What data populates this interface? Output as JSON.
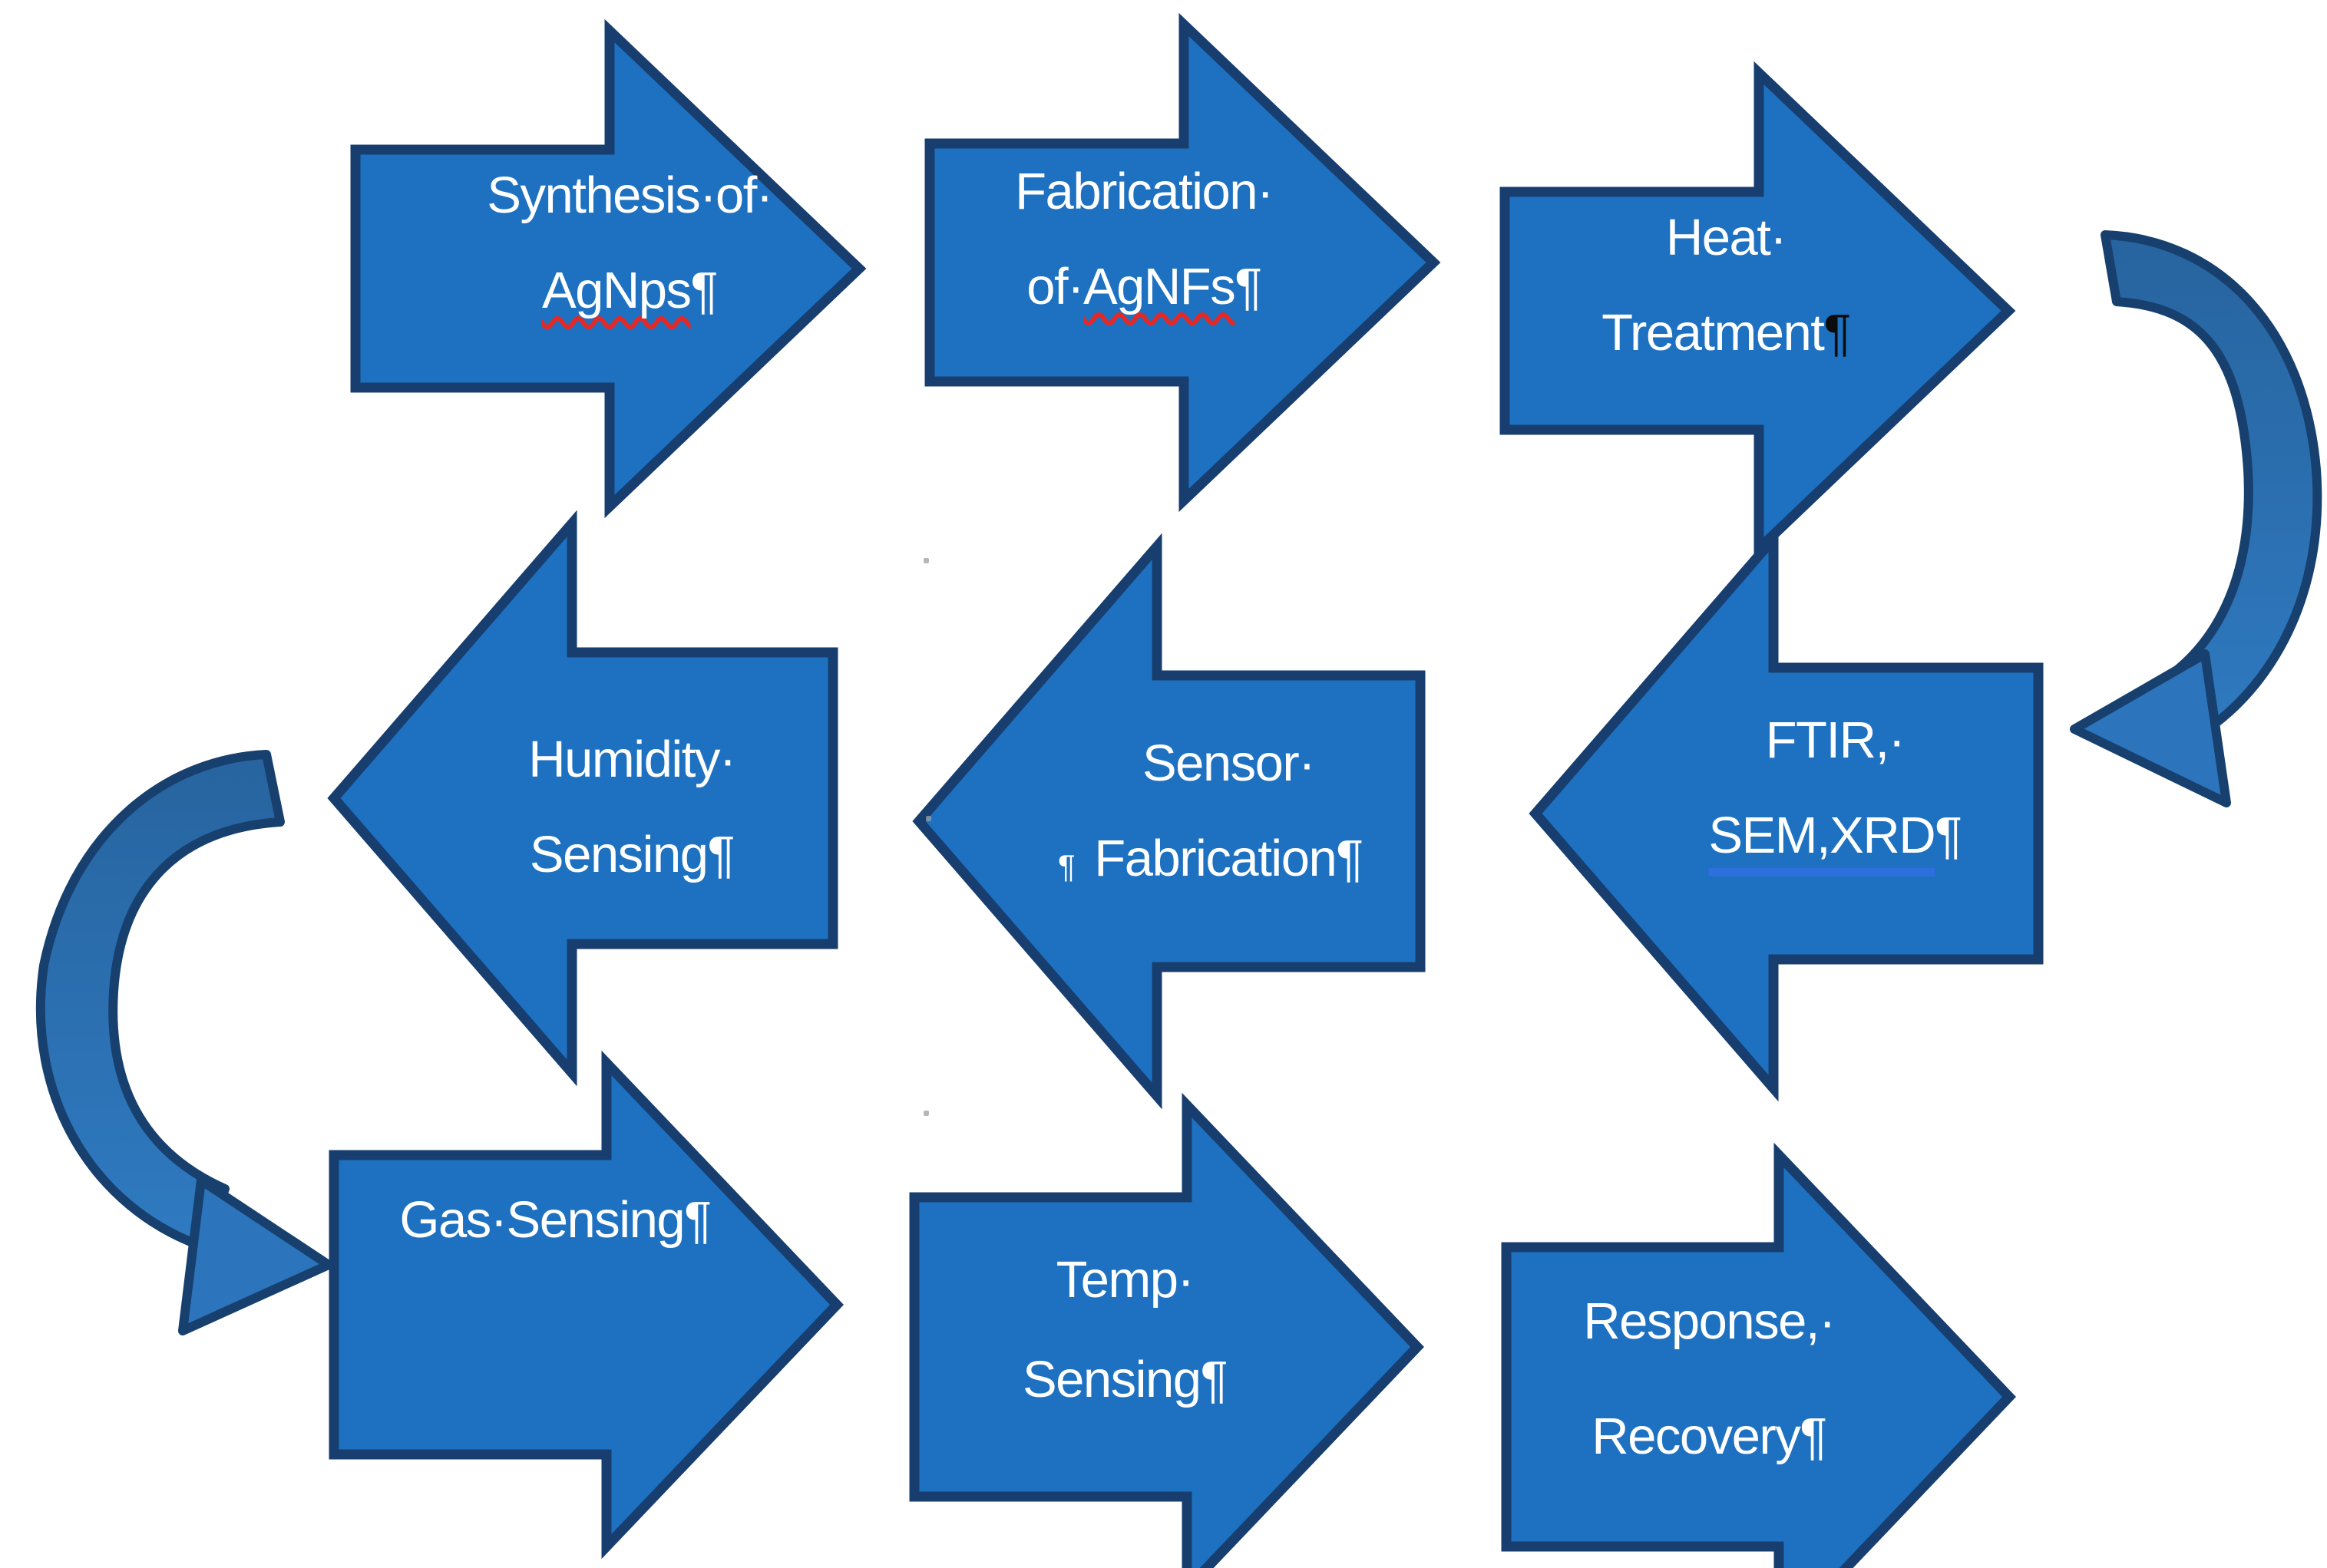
{
  "document": {
    "kind": "word-block-arrow-flow-diagram",
    "background": "#ffffff"
  },
  "colors": {
    "arrow_fill": "#1d71c0",
    "arrow_border": "#173e6e",
    "curved_arrow_fill_top": "#27649f",
    "curved_arrow_fill_bottom": "#2f7ac1",
    "label_text": "#ffffff",
    "spellcheck_squiggle": "#e02a2a",
    "format_underline": "#2c6fdd",
    "dark_pilcrow": "#0c0c0c"
  },
  "steps": {
    "synthesis": {
      "line1": "Synthesis·of·",
      "word": "AgNps",
      "mark": "¶"
    },
    "fabrication": {
      "line1": "Fabrication·",
      "prefix": "of·",
      "word": "AgNFs",
      "mark": "¶"
    },
    "heat": {
      "line1": "Heat·",
      "word": "Treatment",
      "mark": "¶"
    },
    "ftir": {
      "line1": "FTIR,·",
      "word": "SEM,XRD",
      "mark": "¶"
    },
    "sensor": {
      "line1": "Sensor·",
      "word": "Fabrication",
      "mark": "¶",
      "extra_mark": "¶"
    },
    "humidity": {
      "line1": "Humidity·",
      "word": "Sensing",
      "mark": "¶"
    },
    "gas": {
      "word": "Gas·Sensing",
      "mark": "¶"
    },
    "temp": {
      "line1": "Temp·",
      "word": "Sensing",
      "mark": "¶"
    },
    "response": {
      "line1": "Response,·",
      "word": "Recovery",
      "mark": "¶"
    }
  },
  "flow_sequence": [
    "Synthesis of AgNps",
    "Fabrication of AgNFs",
    "Heat Treatment",
    "FTIR, SEM,XRD",
    "Sensor Fabrication",
    "Humidity Sensing",
    "Gas Sensing",
    "Temp Sensing",
    "Response, Recovery"
  ]
}
